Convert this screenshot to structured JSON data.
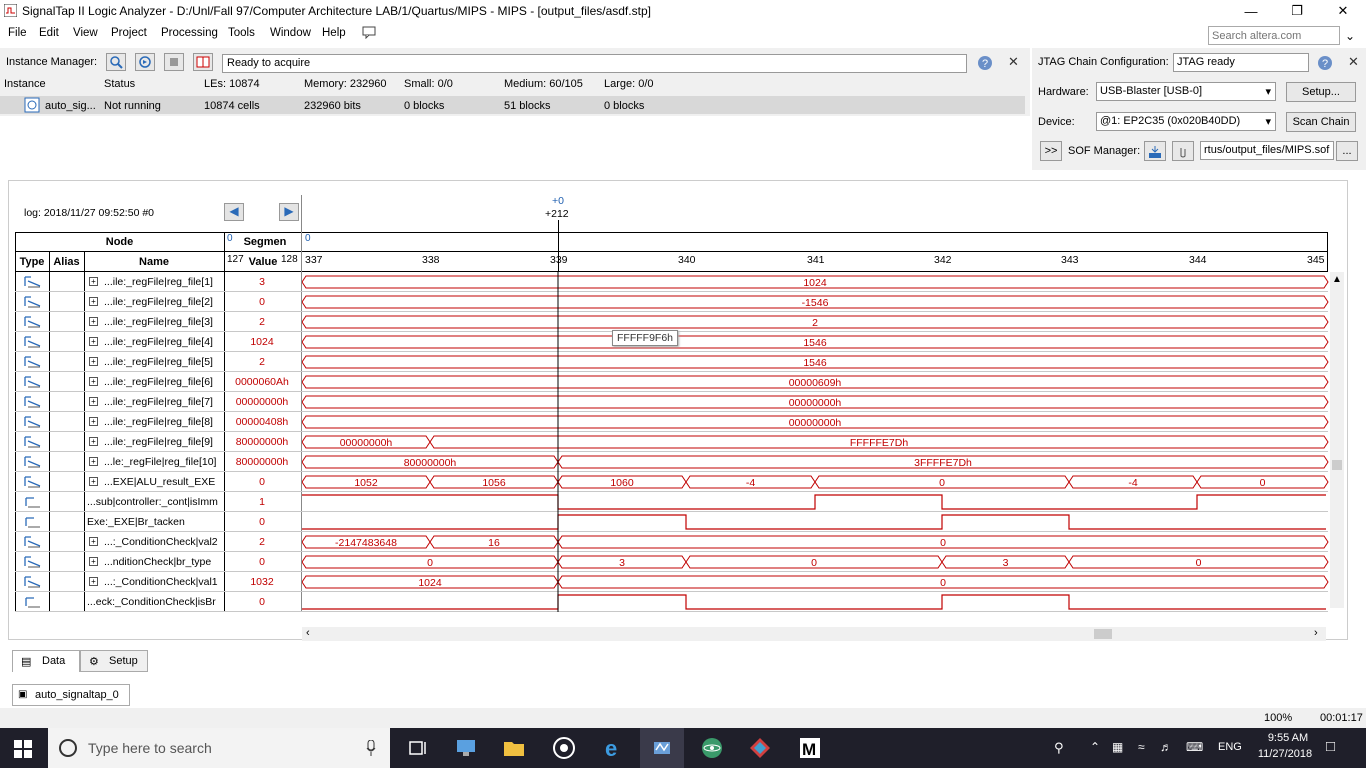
{
  "window": {
    "title": "SignalTap II Logic Analyzer - D:/Unl/Fall 97/Computer Architecture LAB/1/Quartus/MIPS - MIPS - [output_files/asdf.stp]"
  },
  "menu": [
    "File",
    "Edit",
    "View",
    "Project",
    "Processing",
    "Tools",
    "Window",
    "Help"
  ],
  "search_placeholder": "Search altera.com",
  "instance_manager": {
    "label": "Instance Manager:",
    "status_text": "Ready to acquire",
    "headers": [
      "Instance",
      "Status",
      "LEs: 10874",
      "Memory: 232960",
      "Small: 0/0",
      "Medium: 60/105",
      "Large: 0/0"
    ],
    "row": [
      "auto_sig...",
      "Not running",
      "10874 cells",
      "232960 bits",
      "0 blocks",
      "51 blocks",
      "0 blocks"
    ]
  },
  "jtag": {
    "label": "JTAG Chain Configuration:",
    "status": "JTAG ready",
    "hardware_label": "Hardware:",
    "hardware_value": "USB-Blaster [USB-0]",
    "setup_btn": "Setup...",
    "device_label": "Device:",
    "device_value": "@1: EP2C35 (0x020B40DD)",
    "scan_btn": "Scan Chain",
    "expand_btn": ">>",
    "sof_label": "SOF Manager:",
    "sof_path": "rtus/output_files/MIPS.sof",
    "browse_btn": "..."
  },
  "waveform": {
    "log": "log: 2018/11/27 09:52:50  #0",
    "cursor_offset": "+0",
    "cursor_time": "+212",
    "node_header": "Node",
    "segment_header": "Segmen",
    "seg_marker_left": "0",
    "seg_marker_right": "0",
    "type_header": "Type",
    "alias_header": "Alias",
    "name_header": "Name",
    "value_header": "Value",
    "range_left": "127",
    "range_right": "128",
    "ticks": [
      "337",
      "338",
      "339",
      "340",
      "341",
      "342",
      "343",
      "344",
      "345"
    ],
    "tooltip": "FFFFF9F6h",
    "rows": [
      {
        "name": "...ile:_regFile|reg_file[1]",
        "value": "3",
        "bus": true,
        "segs": [
          {
            "label": "1024"
          }
        ]
      },
      {
        "name": "...ile:_regFile|reg_file[2]",
        "value": "0",
        "bus": true,
        "segs": [
          {
            "label": "-1546"
          }
        ]
      },
      {
        "name": "...ile:_regFile|reg_file[3]",
        "value": "2",
        "bus": true,
        "segs": [
          {
            "label": "2"
          }
        ]
      },
      {
        "name": "...ile:_regFile|reg_file[4]",
        "value": "1024",
        "bus": true,
        "segs": [
          {
            "label": "1546"
          }
        ]
      },
      {
        "name": "...ile:_regFile|reg_file[5]",
        "value": "2",
        "bus": true,
        "segs": [
          {
            "label": "1546"
          }
        ]
      },
      {
        "name": "...ile:_regFile|reg_file[6]",
        "value": "0000060Ah",
        "bus": true,
        "segs": [
          {
            "label": "00000609h"
          }
        ]
      },
      {
        "name": "...ile:_regFile|reg_file[7]",
        "value": "00000000h",
        "bus": true,
        "segs": [
          {
            "label": "00000000h"
          }
        ]
      },
      {
        "name": "...ile:_regFile|reg_file[8]",
        "value": "00000408h",
        "bus": true,
        "segs": [
          {
            "label": "00000000h"
          }
        ]
      },
      {
        "name": "...ile:_regFile|reg_file[9]",
        "value": "80000000h",
        "bus": true,
        "segs": [
          {
            "label": "00000000h"
          },
          {
            "label": "FFFFFE7Dh"
          }
        ]
      },
      {
        "name": "...le:_regFile|reg_file[10]",
        "value": "80000000h",
        "bus": true,
        "segs": [
          {
            "label": "80000000h"
          },
          {
            "label": "3FFFFE7Dh"
          }
        ]
      },
      {
        "name": "...EXE|ALU_result_EXE",
        "value": "0",
        "bus": true,
        "segs": [
          {
            "label": "1052"
          },
          {
            "label": "1056"
          },
          {
            "label": "1060"
          },
          {
            "label": "-4"
          },
          {
            "label": "0"
          },
          {
            "label": "-4"
          },
          {
            "label": "0"
          }
        ]
      },
      {
        "name": "...sub|controller:_cont|isImm",
        "value": "1",
        "bus": false
      },
      {
        "name": "Exe:_EXE|Br_tacken",
        "value": "0",
        "bus": false
      },
      {
        "name": "...:_ConditionCheck|val2",
        "value": "2",
        "bus": true,
        "segs": [
          {
            "label": "-2147483648"
          },
          {
            "label": "16"
          },
          {
            "label": "0"
          }
        ]
      },
      {
        "name": "...nditionCheck|br_type",
        "value": "0",
        "bus": true,
        "segs": [
          {
            "label": "0"
          },
          {
            "label": "3"
          },
          {
            "label": "0"
          },
          {
            "label": "3"
          },
          {
            "label": "0"
          }
        ]
      },
      {
        "name": "...:_ConditionCheck|val1",
        "value": "1032",
        "bus": true,
        "segs": [
          {
            "label": "1024"
          },
          {
            "label": "0"
          }
        ]
      },
      {
        "name": "...eck:_ConditionCheck|isBr",
        "value": "0",
        "bus": false
      }
    ]
  },
  "tabs": {
    "data": "Data",
    "setup": "Setup"
  },
  "instance_tab": "auto_signaltap_0",
  "statusbar": {
    "zoom": "100%",
    "time": "00:01:17"
  },
  "taskbar": {
    "search": "Type here to search",
    "lang": "ENG",
    "time": "9:55 AM",
    "date": "11/27/2018"
  },
  "colors": {
    "wave": "#c00000",
    "accent": "#1f5fb0"
  }
}
